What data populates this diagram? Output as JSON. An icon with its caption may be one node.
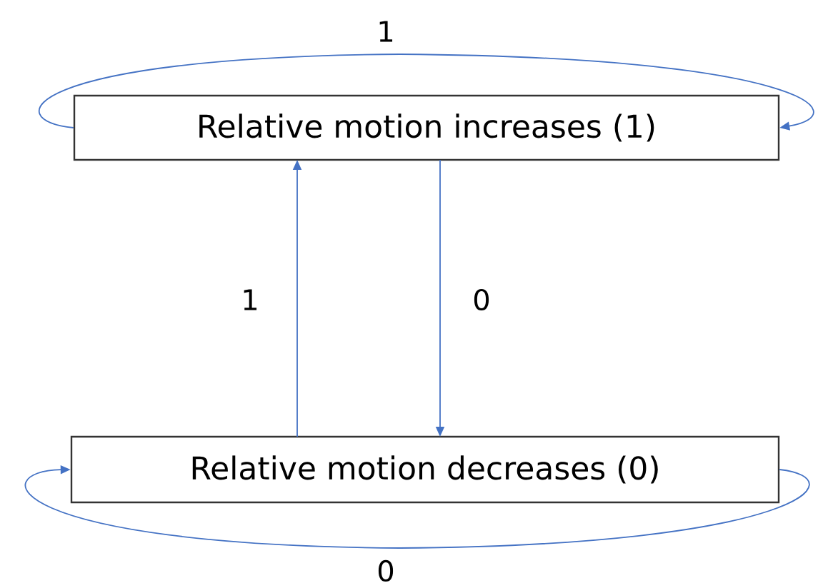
{
  "diagram": {
    "nodes": [
      {
        "text": [
          "Relative motion increases (1)"
        ]
      },
      {
        "text": [
          "Relative motion decreases (0)"
        ]
      }
    ],
    "edges": [
      {
        "from": 0,
        "to": 0,
        "arrow": "to",
        "label": "1"
      },
      {
        "from": 0,
        "to": 1,
        "arrow": "to",
        "label": "0"
      },
      {
        "from": 1,
        "to": 0,
        "arrow": "to",
        "label": "1"
      },
      {
        "from": 1,
        "to": 1,
        "arrow": "to",
        "label": "0"
      }
    ]
  }
}
